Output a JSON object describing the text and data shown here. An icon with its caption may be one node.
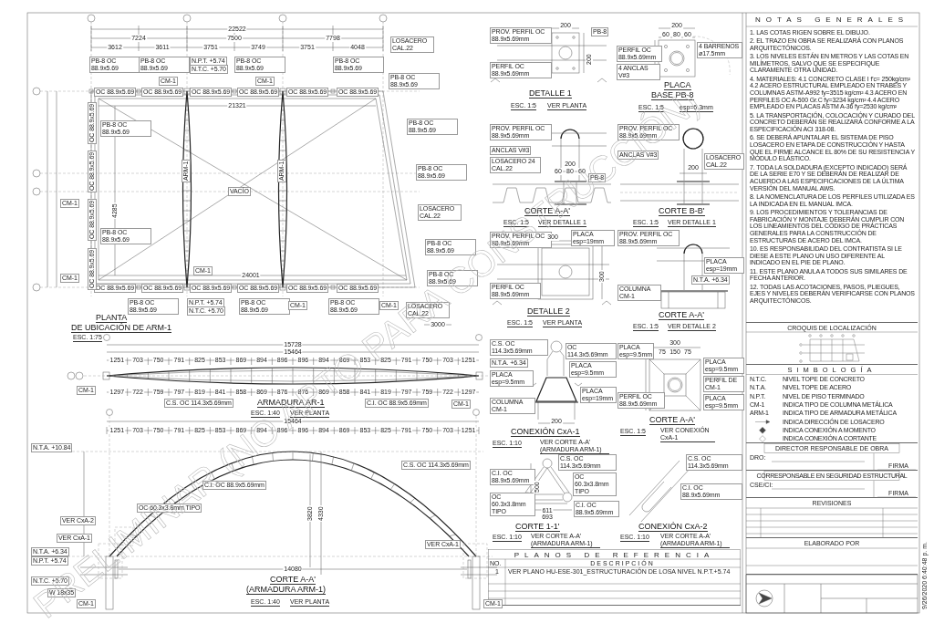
{
  "diagram": {
    "nodes": [
      {
        "text": [
          "NOTAS GENERALES",
          "1. LAS COTAS RIGEN SOBRE EL DIBUJO.",
          "2. EL TRAZO EN OBRA SE REALIZARÁ CON PLANOS ARQUITECTÓNICOS.",
          "3. LOS NIVELES ESTÁN EN METROS Y LAS COTAS EN MILÍMETROS, SALVO QUE SE ESPECIFIQUE CLARAMENTE OTRA UNIDAD.",
          "4. MATERIALES: 4.1 CONCRETO CLASE I f'c= 250kg/cm² 4.2 ACERO ESTRUCTURAL EMPLEADO EN TRABES Y COLUMNAS ASTM-A992 fy=3515 kg/cm² 4.3 ACERO EN PERFILES OC A-500 Gr.C fy=3234 kg/cm² 4.4 ACERO EMPLEADO EN PLACAS ASTM A-36 fy=2530 kg/cm²",
          "5. LA TRANSPORTACIÓN, COLOCACIÓN Y CURADO DEL CONCRETO DEBERÁN SE REALIZARÁ CONFORME A LA ESPECIFICACIÓN ACI 318-08.",
          "6. SE DEBERÁ APUNTALAR EL SISTEMA DE PISO LOSACERO EN ETAPA DE CONSTRUCCIÓN Y HASTA QUE EL FIRME ALCANCE EL 80% DE SU RESISTENCIA Y MÓDULO ELÁSTICO.",
          "7. TODA LA SOLDADURA (EXCEPTO INDICADO) SERÁ DE LA SERIE E70 Y SE DEBERÁN DE REALIZAR DE ACUERDO A LAS ESPECIFICACIONES DE LA ÚLTIMA VERSIÓN DEL MANUAL AWS.",
          "8. LA NOMENCLATURA DE LOS PERFILES UTILIZADA ES LA INDICADA EN EL MANUAL IMCA.",
          "9. LOS PROCEDIMIENTOS Y TOLERANCIAS DE FABRICACIÓN Y MONTAJE DEBERÁN CUMPLIR CON LOS LINEAMIENTOS DEL CÓDIGO DE PRÁCTICAS GENERALES PARA LA CONSTRUCCIÓN DE ESTRUCTURAS DE ACERO DEL IMCA.",
          "10. ES RESPONSABILIDAD DEL CONTRATISTA SI LE DIESE A ESTE PLANO UN USO DIFERENTE AL INDICADO EN EL PIE DE PLANO.",
          "11. ESTE PLANO ANULA A TODOS SUS SIMILARES DE FECHA ANTERIOR.",
          "12. TODAS LAS ACOTACIONES, PASOS, PLIEGUES, EJES Y NIVELES DEBERÁN VERIFICARSE CON PLANOS ARQUITECTÓNICOS."
        ]
      },
      {
        "text": [
          "CROQUIS DE LOCALIZACIÓN"
        ]
      },
      {
        "text": [
          "SIMBOLOGÍA",
          "N.T.C.",
          "NIVEL TOPE DE CONCRETO",
          "N.T.A.",
          "NIVEL TOPE DE ACERO",
          "N.P.T.",
          "NIVEL DE PISO TERMINADO",
          "CM-1",
          "INDICA TIPO DE COLUMNA METÁLICA",
          "ARM-1",
          "INDICA TIPO DE ARMADURA METÁLICA",
          "INDICA DIRECCIÓN DE LOSACERO",
          "INDICA CONEXIÓN A MOMENTO",
          "INDICA CONEXIÓN A CORTANTE"
        ]
      },
      {
        "text": [
          "DIRECTOR RESPONSABLE DE OBRA",
          "DRO:",
          "FIRMA"
        ]
      },
      {
        "text": [
          "CORRESPONSABLE EN SEGURIDAD ESTRUCTURAL",
          "CSE/CI:",
          "FIRMA"
        ]
      },
      {
        "text": [
          "REVISIONES"
        ]
      },
      {
        "text": [
          "ELABORADO POR"
        ]
      },
      {
        "text": [
          "PLANOS DE REFERENCIA",
          "NO.",
          "DESCRIPCIÓN",
          "1",
          "VER PLANO HU-ESE-301_ESTRUCTURACIÓN DE LOSA NIVEL N.P.T.+5.74"
        ]
      }
    ],
    "labels": [
      "22522",
      "7224",
      "7500",
      "7798",
      "3612",
      "3611",
      "3751",
      "3749",
      "3751",
      "4048",
      "21321",
      "24001",
      "VACÍO",
      "4285",
      "3000",
      "PB-8 OC 88.9x5.69",
      "PB-8 OC 88.9x5.69",
      "PB-8 OC 88.9x5.69",
      "PB-8 OC 88.9x5.69",
      "PB-8 OC 88.9x5.69",
      "PB-8 OC 88.9x5.69",
      "PB-8 OC 88.9x5.69",
      "PB-8 OC 88.9x5.69",
      "PB-8 OC 88.9x5.69",
      "PB-8 OC 88.9x5.69",
      "PB-8 OC 88.9x5.69",
      "PB-8 OC 88.9x5.69",
      "PB-8 OC 88.9x5.69",
      "PB-8 OC 88.9x5.69",
      "OC 88.9x5.69",
      "OC 88.9x5.69",
      "OC 88.9x5.69",
      "OC 88.9x5.69",
      "OC 88.9x5.69",
      "OC 88.9x5.69",
      "OC 88.9x5.69",
      "OC 88.9x5.69",
      "OC 88.9x5.69",
      "OC 88.9x5.69",
      "OC 88.9x5.69",
      "OC 88.9x5.69",
      "OC 88.9x5.69",
      "OC 88.9x5.69",
      "OC 88.9x5.69",
      "OC 88.9x5.69",
      "CM-1",
      "CM-1",
      "CM-1",
      "CM-1",
      "CM-1",
      "CM-1",
      "CM-1",
      "ARM-1",
      "ARM-1",
      "N.P.T. +5.74",
      "N.T.C. +5.70",
      "N.P.T. +5.74",
      "N.T.C. +5.70",
      "LOSACERO CAL.22",
      "LOSACERO CAL.22",
      "LOSACERO CAL.22",
      "PLANTA",
      "DE UBICACIÓN DE ARM-1",
      "ESC. 1:75",
      "15728",
      "15464",
      "1251",
      "703",
      "750",
      "791",
      "825",
      "853",
      "869",
      "894",
      "896",
      "896",
      "894",
      "869",
      "853",
      "825",
      "791",
      "750",
      "703",
      "1251",
      "1297",
      "722",
      "759",
      "797",
      "819",
      "841",
      "858",
      "869",
      "876",
      "876",
      "869",
      "858",
      "841",
      "819",
      "797",
      "759",
      "722",
      "1297",
      "CM-1",
      "C.S. OC 114.3x5.69mm",
      "ARMADURA AR-1",
      "C.I. OC 88.9x5.69mm",
      "CM-1",
      "ESC. 1:40",
      "VER PLANTA",
      "15464",
      "1251",
      "703",
      "750",
      "791",
      "825",
      "853",
      "869",
      "894",
      "896",
      "896",
      "894",
      "869",
      "853",
      "825",
      "791",
      "750",
      "703",
      "1251",
      "N.T.A. +10.84",
      "14080",
      "3820",
      "4330",
      "C.S. OC 114.3x5.69mm",
      "C.I. OC 88.9x5.69mm",
      "OC 60.3x3.8mm TIPO",
      "VER CxA-2",
      "VER CxA-1",
      "VER CxA-1",
      "N.T.A. +6.34",
      "N.P.T. +5.74",
      "N.T.C. +5.70",
      "W 18x35",
      "CM-1",
      "CM-1",
      "CORTE A-A'",
      "(ARMADURA ARM-1)",
      "ESC. 1:40",
      "VER PLANTA",
      "200",
      "200",
      "PROV. PERFIL OC 88.9x5.69mm",
      "PB-8",
      "PERFIL OC 88.9x5.69mm",
      "DETALLE 1",
      "ESC. 1:5",
      "VER PLANTA",
      "200",
      "60",
      "80",
      "60",
      "PERFIL OC 88.9x5.69mm",
      "4 BARRENOS ø17.5mm",
      "4 ANCLAS V#3",
      "PLACA",
      "BASE PB-8",
      "ESC. 1:5",
      "esp=6.3mm",
      "PROV. PERFIL OC 88.9x5.69mm",
      "ANCLAS V#3",
      "200",
      "60",
      "80",
      "60",
      "PB-8",
      "LOSACERO 24 CAL.22",
      "CORTE A-A'",
      "ESC. 1:5",
      "VER DETALLE 1",
      "PROV. PERFIL OC 88.9x5.69mm",
      "ANCLAS V#3",
      "200",
      "LOSACERO CAL.22",
      "CORTE B-B'",
      "ESC. 1:5",
      "VER DETALLE 1",
      "PROV. PERFIL OC 88.9x5.69mm",
      "PLACA esp=19mm",
      "300",
      "300",
      "PERFIL OC 88.9x5.69mm",
      "DETALLE 2",
      "ESC. 1:5",
      "VER PLANTA",
      "PROV. PERFIL OC 88.9x5.69mm",
      "PLACA esp=19mm",
      "N.T.A. +6.34",
      "COLUMNA CM-1",
      "CORTE A-A'",
      "ESC. 1:5",
      "VER DETALLE 2",
      "C.S. OC 114.3x5.69mm",
      "OC 114.3x5.69mm",
      "PLACA esp=9.5mm",
      "N.T.A. +6.34",
      "PLACA esp=9.5mm",
      "PLACA esp=19mm",
      "COLUMNA CM-1",
      "200",
      "CONEXIÓN CxA-1",
      "ESC. 1:10",
      "VER CORTE A-A' (ARMADURA ARM-1)",
      "300",
      "75",
      "150",
      "75",
      "PLACA esp=9.5mm",
      "PLACA esp=9.5mm",
      "PERFIL DE CM-1",
      "PERFIL OC 88.9x5.69mm",
      "PLACA esp=9.5mm",
      "CORTE A-A'",
      "ESC. 1:5",
      "VER CONEXIÓN CxA-1",
      "C.S. OC 114.3x5.69mm",
      "OC 60.3x3.8mm TIPO",
      "C.I. OC 88.9x5.69mm",
      "C.I. OC 88.9x5.69mm",
      "OC 60.3x3.8mm TIPO",
      "611",
      "693",
      "500",
      "CORTE 1-1'",
      "ESC. 1:10",
      "VER CORTE A-A' (ARMADURA ARM-1)",
      "C.S. OC 114.3x5.69mm",
      "C.I. OC 88.9x5.69mm",
      "CONEXIÓN CxA-2",
      "ESC. 1:10",
      "VER CORTE A-A' (ARMADURA ARM-1)",
      "9/26/2020 6:40:48 p. m.",
      "PRELIMINAR (NO APTO PARA CONSTRUCCIÓN)"
    ]
  }
}
